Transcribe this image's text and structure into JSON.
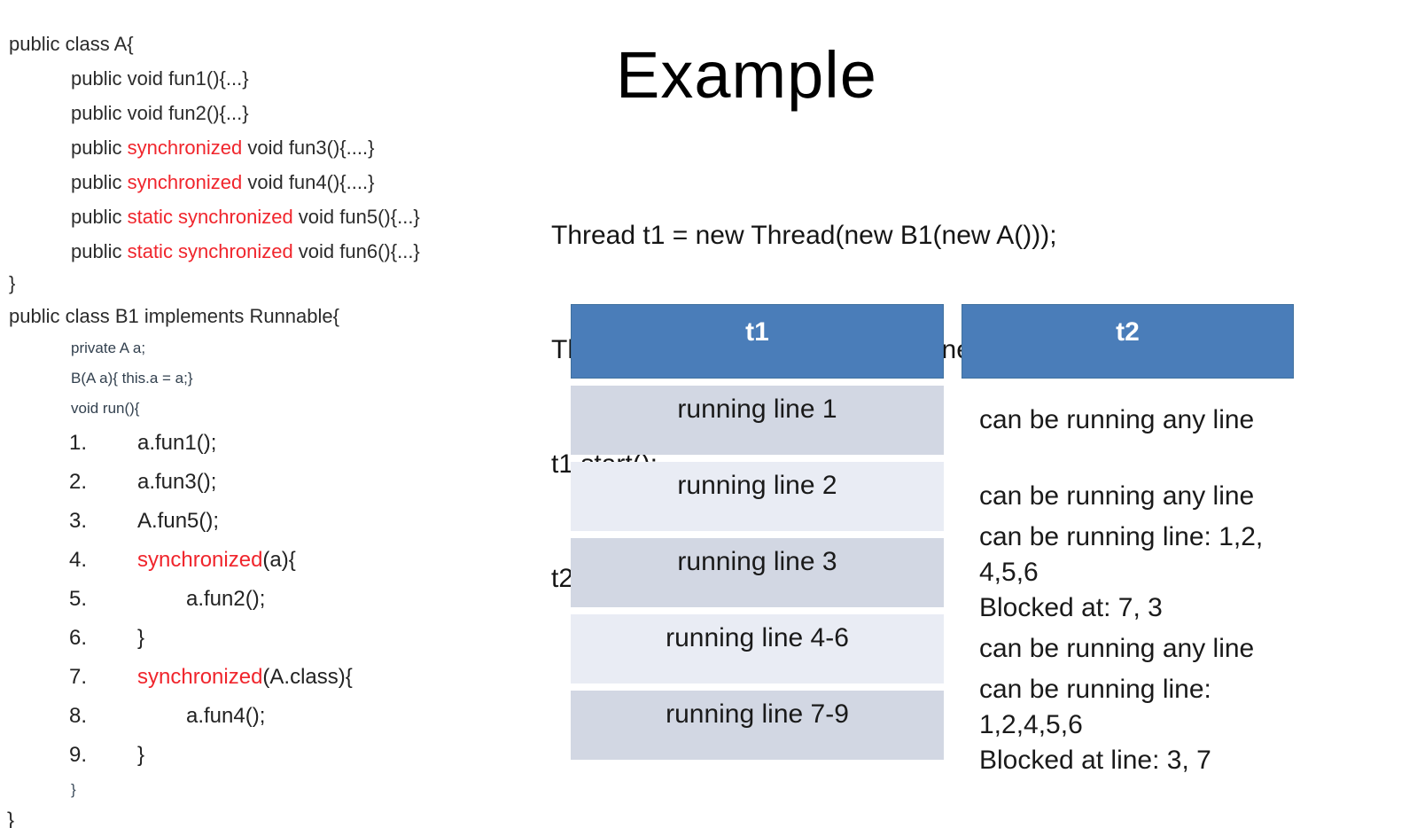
{
  "title": "Example",
  "colors": {
    "header_blue": "#4a7db9",
    "row_band_dark": "#d2d7e3",
    "row_band_light": "#e9ecf4",
    "keyword_red": "#f0252c"
  },
  "left_code": {
    "class_a": {
      "declaration": "public class A{",
      "methods": [
        {
          "pre": "public ",
          "red": "",
          "post": "void fun1(){...}"
        },
        {
          "pre": "public ",
          "red": "",
          "post": "void fun2(){...}"
        },
        {
          "pre": "public ",
          "red": "synchronized",
          "post": " void fun3(){....}"
        },
        {
          "pre": "public ",
          "red": "synchronized",
          "post": " void fun4(){....}"
        },
        {
          "pre": "public ",
          "red": "static synchronized",
          "post": " void fun5(){...}"
        },
        {
          "pre": "public ",
          "red": "static synchronized",
          "post": " void fun6(){...}"
        }
      ],
      "closing_brace": "}"
    },
    "class_b": {
      "declaration": "public class B1 implements Runnable{",
      "member_lines": [
        "private A a;",
        "B(A a){ this.a = a;}",
        "void run(){"
      ],
      "numbered_lines": [
        {
          "num": "1.",
          "red": "",
          "code": "a.fun1();"
        },
        {
          "num": "2.",
          "red": "",
          "code": "a.fun3();"
        },
        {
          "num": "3.",
          "red": "",
          "code": "A.fun5();"
        },
        {
          "num": "4.",
          "red": "synchronized",
          "code": "(a){"
        },
        {
          "num": "5.",
          "red": "",
          "code": "a.fun2();"
        },
        {
          "num": "6.",
          "red": "",
          "code": "}"
        },
        {
          "num": "7.",
          "red": "synchronized",
          "code": "(A.class){"
        },
        {
          "num": "8.",
          "red": "",
          "code": "a.fun4();"
        },
        {
          "num": "9.",
          "red": "",
          "code": "}"
        }
      ],
      "run_closing_brace": "}",
      "class_closing_brace": "}"
    }
  },
  "right_code_lines": [
    "Thread t1 = new Thread(new B1(new A()));",
    "Thread t2 = new Thread(new B1(new A()));",
    "t1.start();",
    "t2.start();"
  ],
  "table": {
    "col1_header": "t1",
    "col2_header": "t2",
    "rows": [
      {
        "t1": "running line 1",
        "t2": [
          "can be running any line"
        ]
      },
      {
        "t1": "running line 2",
        "t2": [
          "can be running any line"
        ]
      },
      {
        "t1": "running line 3",
        "t2": [
          "can be running line: 1,2, 4,5,6",
          "Blocked at: 7, 3"
        ]
      },
      {
        "t1": "running line 4-6",
        "t2": [
          "can be running any line"
        ]
      },
      {
        "t1": "running line 7-9",
        "t2": [
          "can be running line: 1,2,4,5,6",
          "Blocked at line: 3, 7"
        ]
      }
    ]
  }
}
